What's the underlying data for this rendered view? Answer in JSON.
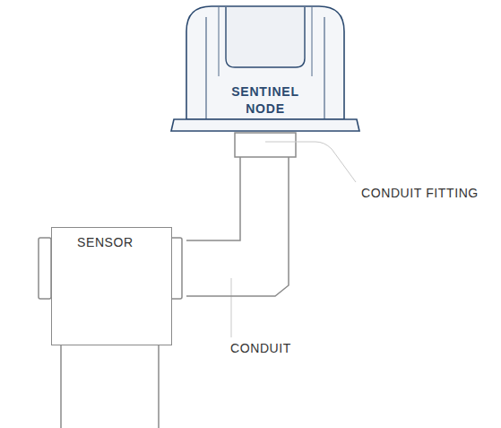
{
  "diagram": {
    "nodes": [
      {
        "text": [
          "SENTINEL NODE"
        ]
      },
      {
        "text": [
          "SENSOR"
        ]
      }
    ],
    "edges": [
      {
        "from": 1,
        "to": 0,
        "arrow": "none"
      }
    ],
    "labels": [
      "CONDUIT FITTING",
      "CONDUIT"
    ]
  }
}
